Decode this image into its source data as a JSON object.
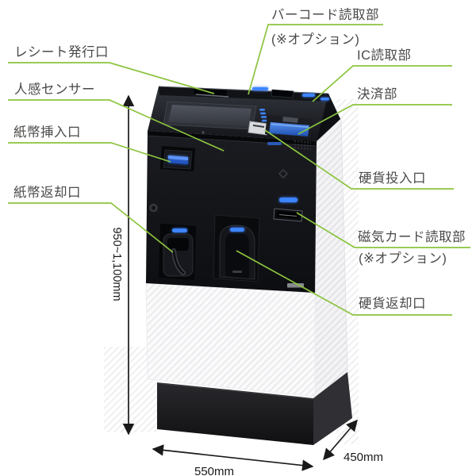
{
  "diagram": {
    "type": "product-callout-diagram",
    "subject": "self-checkout payment kiosk"
  },
  "callouts": {
    "barcode_reader": {
      "label": "バーコード読取部",
      "option": "(※オプション)"
    },
    "receipt_slot": {
      "label": "レシート発行口"
    },
    "ic_reader": {
      "label": "IC読取部"
    },
    "motion_sensor": {
      "label": "人感センサー"
    },
    "payment_unit": {
      "label": "決済部"
    },
    "bill_insert_slot": {
      "label": "紙幣挿入口"
    },
    "coin_insert_slot": {
      "label": "硬貨投入口"
    },
    "bill_return_slot": {
      "label": "紙幣返却口"
    },
    "mag_card_reader": {
      "label": "磁気カード読取部",
      "option": "(※オプション)"
    },
    "coin_return_slot": {
      "label": "硬貨返却口"
    }
  },
  "dimensions": {
    "height": "950~1,100mm",
    "width": "550mm",
    "depth": "450mm"
  },
  "colors": {
    "leader_green": "#8cc43f",
    "led_blue": "#3e84ff",
    "terminal_blue": "#2e6fd4",
    "label_text": "#4b4948",
    "dimension_black": "#1a1a1a"
  }
}
